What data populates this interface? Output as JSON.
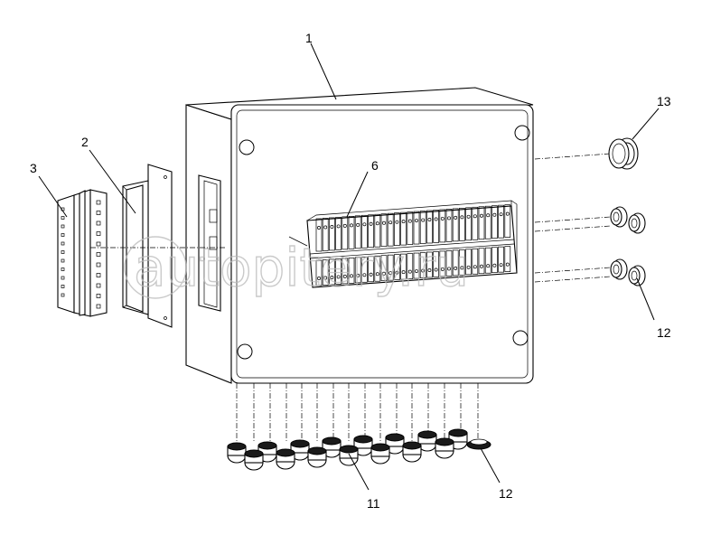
{
  "callouts": {
    "c1": "1",
    "c2": "2",
    "c3": "3",
    "c6": "6",
    "c11": "11",
    "c12a": "12",
    "c12b": "12",
    "c13": "13"
  },
  "watermark": "autopitery.ru"
}
